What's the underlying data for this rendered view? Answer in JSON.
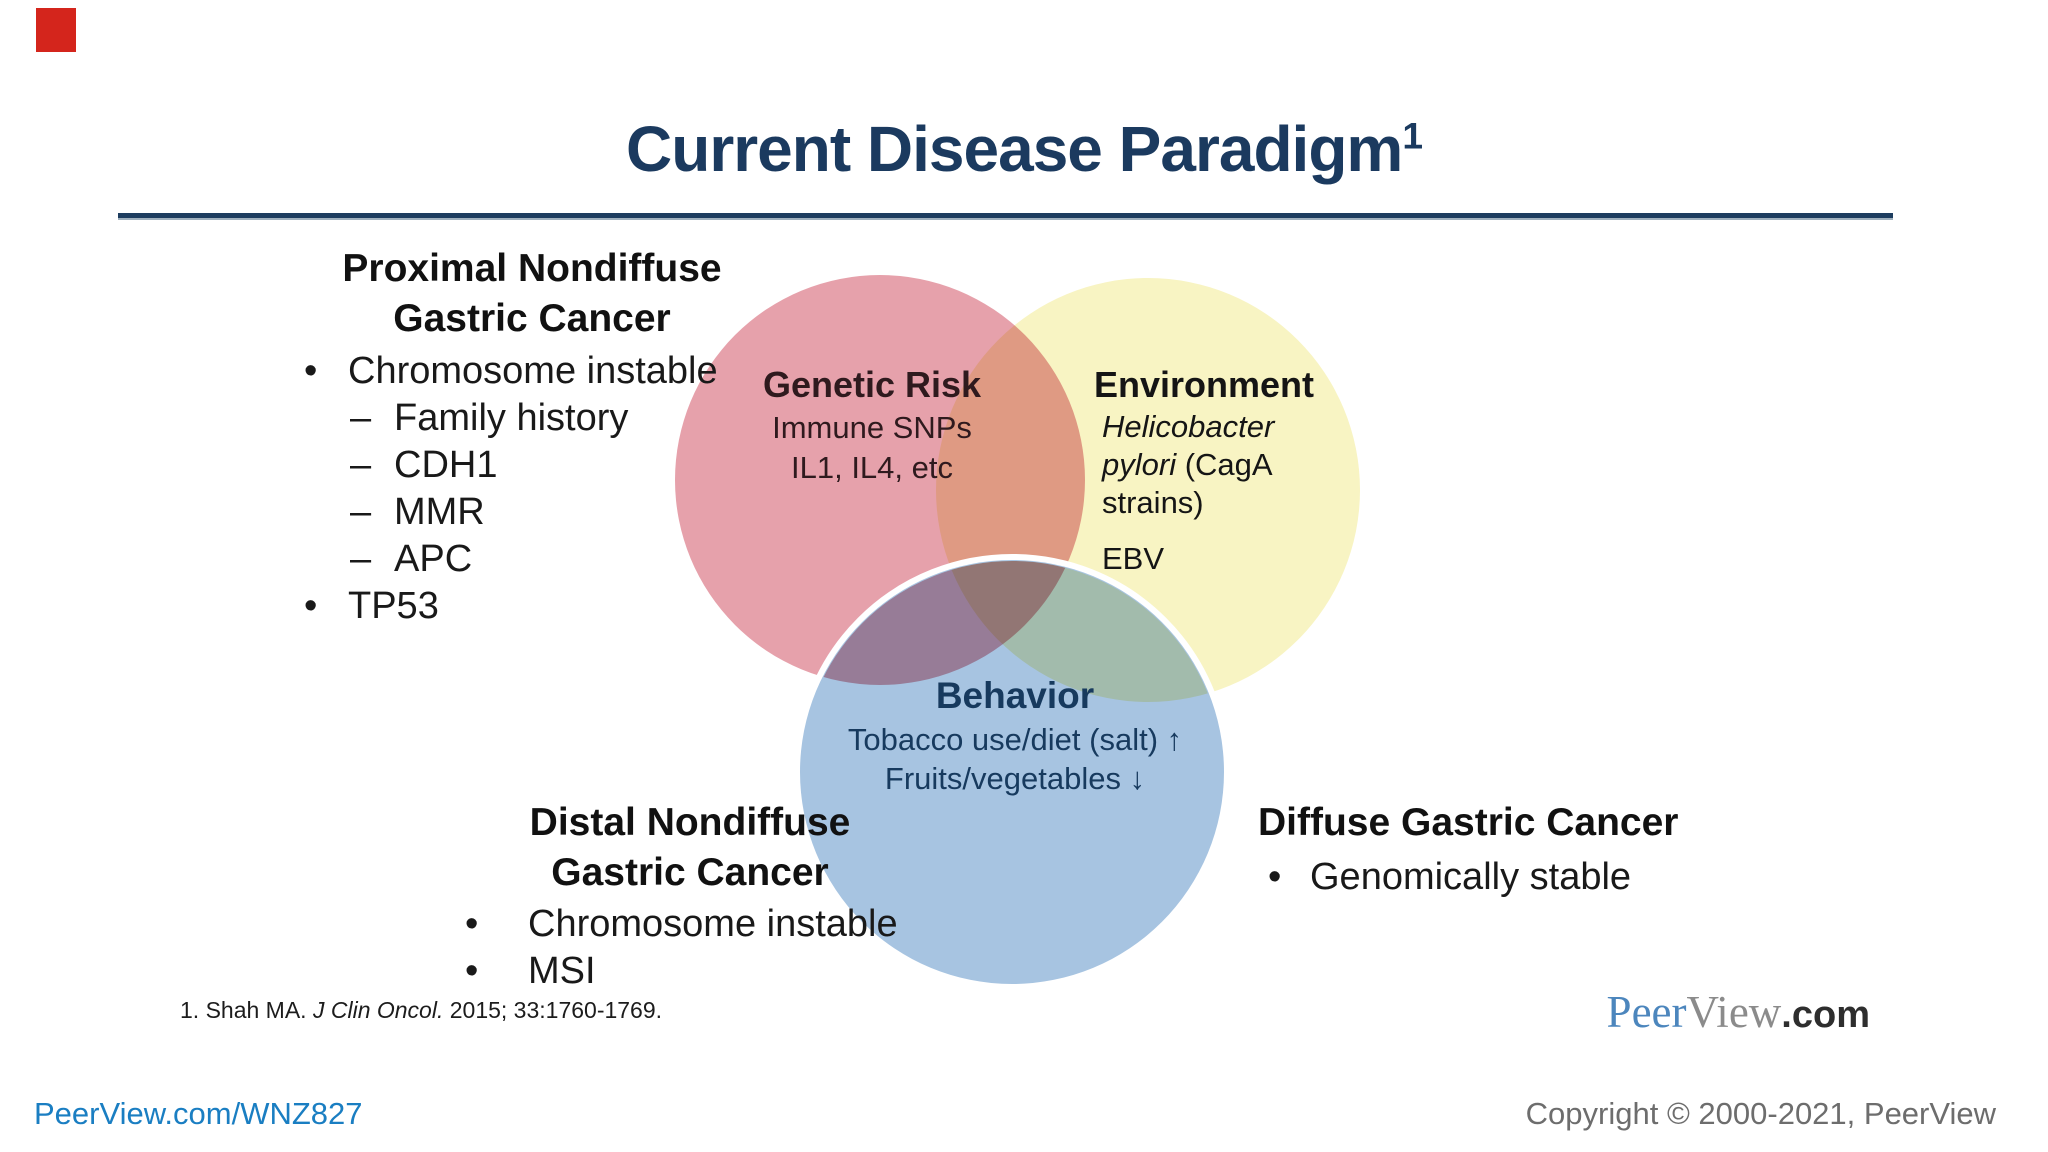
{
  "colors": {
    "accent_navy": "#1b3a5f",
    "circle_pink": "#e6a1ab",
    "circle_yellow": "#f8f4c3",
    "circle_blue": "#a7c4e1",
    "overlap_orange": "#e3ae84",
    "overlap_purple": "#a087a8",
    "overlap_green": "#b7c9a9",
    "link_blue": "#1a7ec2",
    "copyright_gray": "#6d6d6d",
    "logo_blue": "#4c86bd",
    "logo_gray": "#8b8b8b",
    "red_marker": "#d4251c",
    "genetic_text": "#2f1a1e",
    "behavior_text": "#173a5e"
  },
  "title": {
    "text": "Current Disease Paradigm",
    "superscript": "1"
  },
  "proximal": {
    "title_line1": "Proximal Nondiffuse",
    "title_line2": "Gastric Cancer",
    "items": [
      {
        "marker": "•",
        "text": "Chromosome instable"
      },
      {
        "marker": "–",
        "text": "Family history"
      },
      {
        "marker": "–",
        "text": "CDH1"
      },
      {
        "marker": "–",
        "text": "MMR"
      },
      {
        "marker": "–",
        "text": "APC"
      },
      {
        "marker": "•",
        "text": "TP53"
      }
    ]
  },
  "venn": {
    "genetic": {
      "title": "Genetic Risk",
      "line1": "Immune SNPs",
      "line2": "IL1, IL4, etc"
    },
    "environment": {
      "title": "Environment",
      "italic1": "Helicobacter",
      "italic2": "pylori",
      "line2_rest": " (CagA",
      "line3": "strains)",
      "line4": "EBV"
    },
    "behavior": {
      "title": "Behavior",
      "line1": "Tobacco use/diet (salt) ↑",
      "line2": "Fruits/vegetables ↓"
    }
  },
  "distal": {
    "title_line1": "Distal Nondiffuse",
    "title_line2": "Gastric Cancer",
    "items": [
      {
        "marker": "•",
        "text": "Chromosome instable"
      },
      {
        "marker": "•",
        "text": "MSI"
      }
    ]
  },
  "diffuse": {
    "title": "Diffuse Gastric Cancer",
    "items": [
      {
        "marker": "•",
        "text": "Genomically stable"
      }
    ]
  },
  "reference": {
    "pre": "1. Shah MA. ",
    "italic": "J Clin Oncol.",
    "post": " 2015; 33:1760-1769."
  },
  "logo": {
    "part1": "Peer",
    "part2": "View",
    "part3": ".com"
  },
  "footer": {
    "left_link": "PeerView.com/WNZ827",
    "right_text": "Copyright © 2000-2021, PeerView"
  }
}
